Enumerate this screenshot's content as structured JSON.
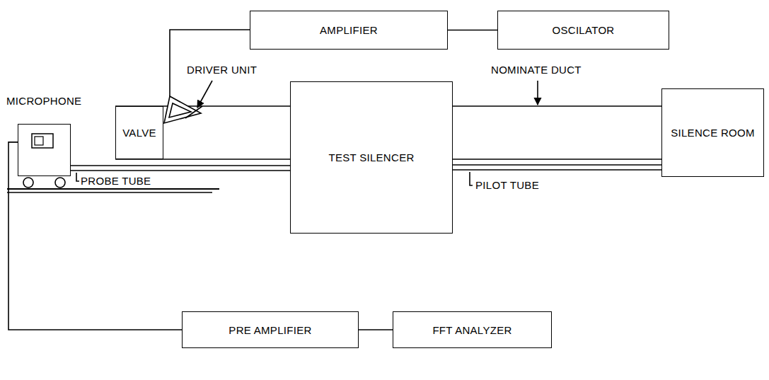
{
  "diagram": {
    "nodes": [
      {
        "text": [
          "AMPLIFIER"
        ]
      },
      {
        "text": [
          "OSCILATOR"
        ]
      },
      {
        "text": [
          "MICROPHONE"
        ]
      },
      {
        "text": [
          "VALVE"
        ]
      },
      {
        "text": [
          "TEST SILENCER"
        ]
      },
      {
        "text": [
          "SILENCE ROOM"
        ]
      },
      {
        "text": [
          "PRE AMPLIFIER"
        ]
      },
      {
        "text": [
          "FFT ANALYZER"
        ]
      }
    ],
    "edges": [
      {
        "from": 0,
        "to": 1,
        "arrow": "none"
      },
      {
        "from": 2,
        "to": 6,
        "arrow": "none"
      },
      {
        "from": 6,
        "to": 7,
        "arrow": "none"
      }
    ],
    "labels": [
      "DRIVER UNIT",
      "NOMINATE DUCT",
      "PROBE TUBE",
      "PILOT TUBE"
    ]
  }
}
